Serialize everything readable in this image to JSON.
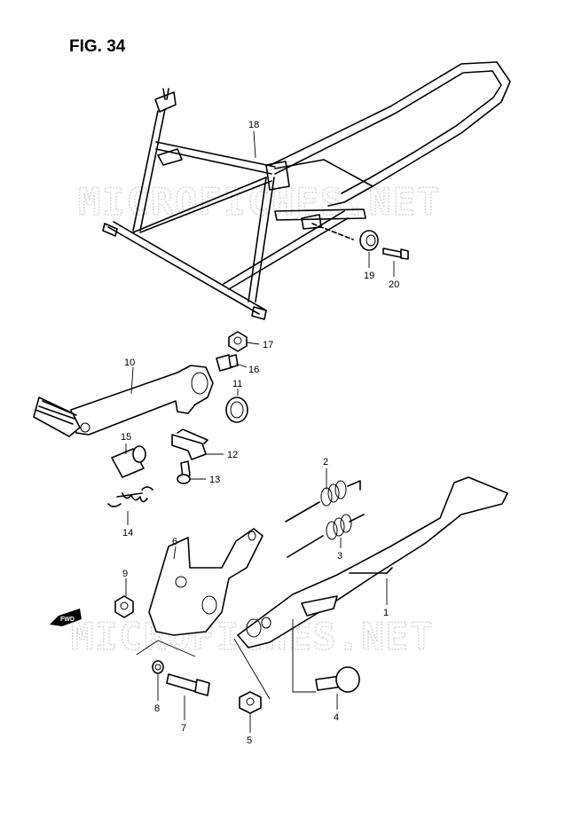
{
  "figure": {
    "title": "FIG. 34",
    "watermark_top": "MICROFICHES.NET",
    "watermark_bottom": "MICROFICHES.NET",
    "fwd_label": "FWD"
  },
  "callouts": [
    {
      "id": "18",
      "label": "18"
    },
    {
      "id": "19",
      "label": "19"
    },
    {
      "id": "20",
      "label": "20"
    },
    {
      "id": "17",
      "label": "17"
    },
    {
      "id": "16",
      "label": "16"
    },
    {
      "id": "10",
      "label": "10"
    },
    {
      "id": "11",
      "label": "11"
    },
    {
      "id": "15",
      "label": "15"
    },
    {
      "id": "12",
      "label": "12"
    },
    {
      "id": "13",
      "label": "13"
    },
    {
      "id": "14",
      "label": "14"
    },
    {
      "id": "2",
      "label": "2"
    },
    {
      "id": "3",
      "label": "3"
    },
    {
      "id": "6",
      "label": "6"
    },
    {
      "id": "9",
      "label": "9"
    },
    {
      "id": "1",
      "label": "1"
    },
    {
      "id": "8",
      "label": "8"
    },
    {
      "id": "7",
      "label": "7"
    },
    {
      "id": "5",
      "label": "5"
    },
    {
      "id": "4",
      "label": "4"
    }
  ]
}
